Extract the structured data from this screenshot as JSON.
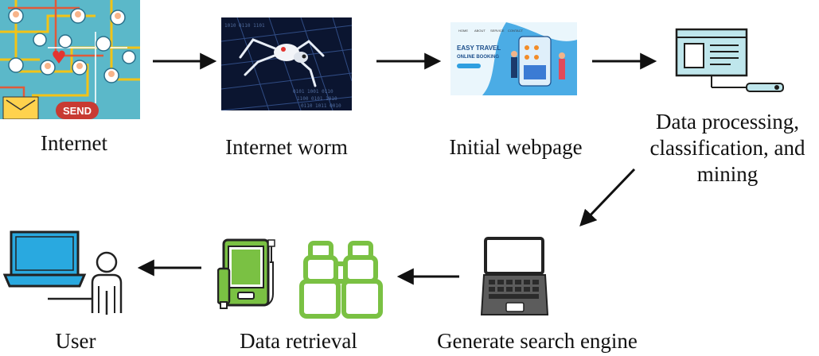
{
  "nodes": {
    "internet": {
      "label": "Internet",
      "icon": "network-people-icon",
      "send_text": "SEND"
    },
    "worm": {
      "label": "Internet worm",
      "icon": "spider-robot-icon"
    },
    "webpage": {
      "label": "Initial webpage",
      "icon": "travel-webpage-icon",
      "nav": [
        "HOME",
        "ABOUT",
        "SERVICE",
        "CONTACT"
      ],
      "headline1": "EASY TRAVEL",
      "headline2": "ONLINE BOOKING"
    },
    "processing": {
      "label_lines": [
        "Data processing,",
        "classification, and",
        "mining"
      ],
      "icon": "monitor-document-icon"
    },
    "search_engine": {
      "label": "Generate search engine",
      "icon": "laptop-icon"
    },
    "retrieval": {
      "label": "Data retrieval",
      "icons": [
        "tablet-stylus-icon",
        "binoculars-icon"
      ]
    },
    "user": {
      "label": "User",
      "icon": "user-computer-icon"
    }
  },
  "colors": {
    "teal": "#bfe6ec",
    "teal_stroke": "#1d1d1b",
    "green": "#7ac143",
    "green_dark": "#3d7d1f",
    "blue": "#29a9e0",
    "laptop_gray": "#5c5c5c",
    "arrow": "#111111"
  }
}
